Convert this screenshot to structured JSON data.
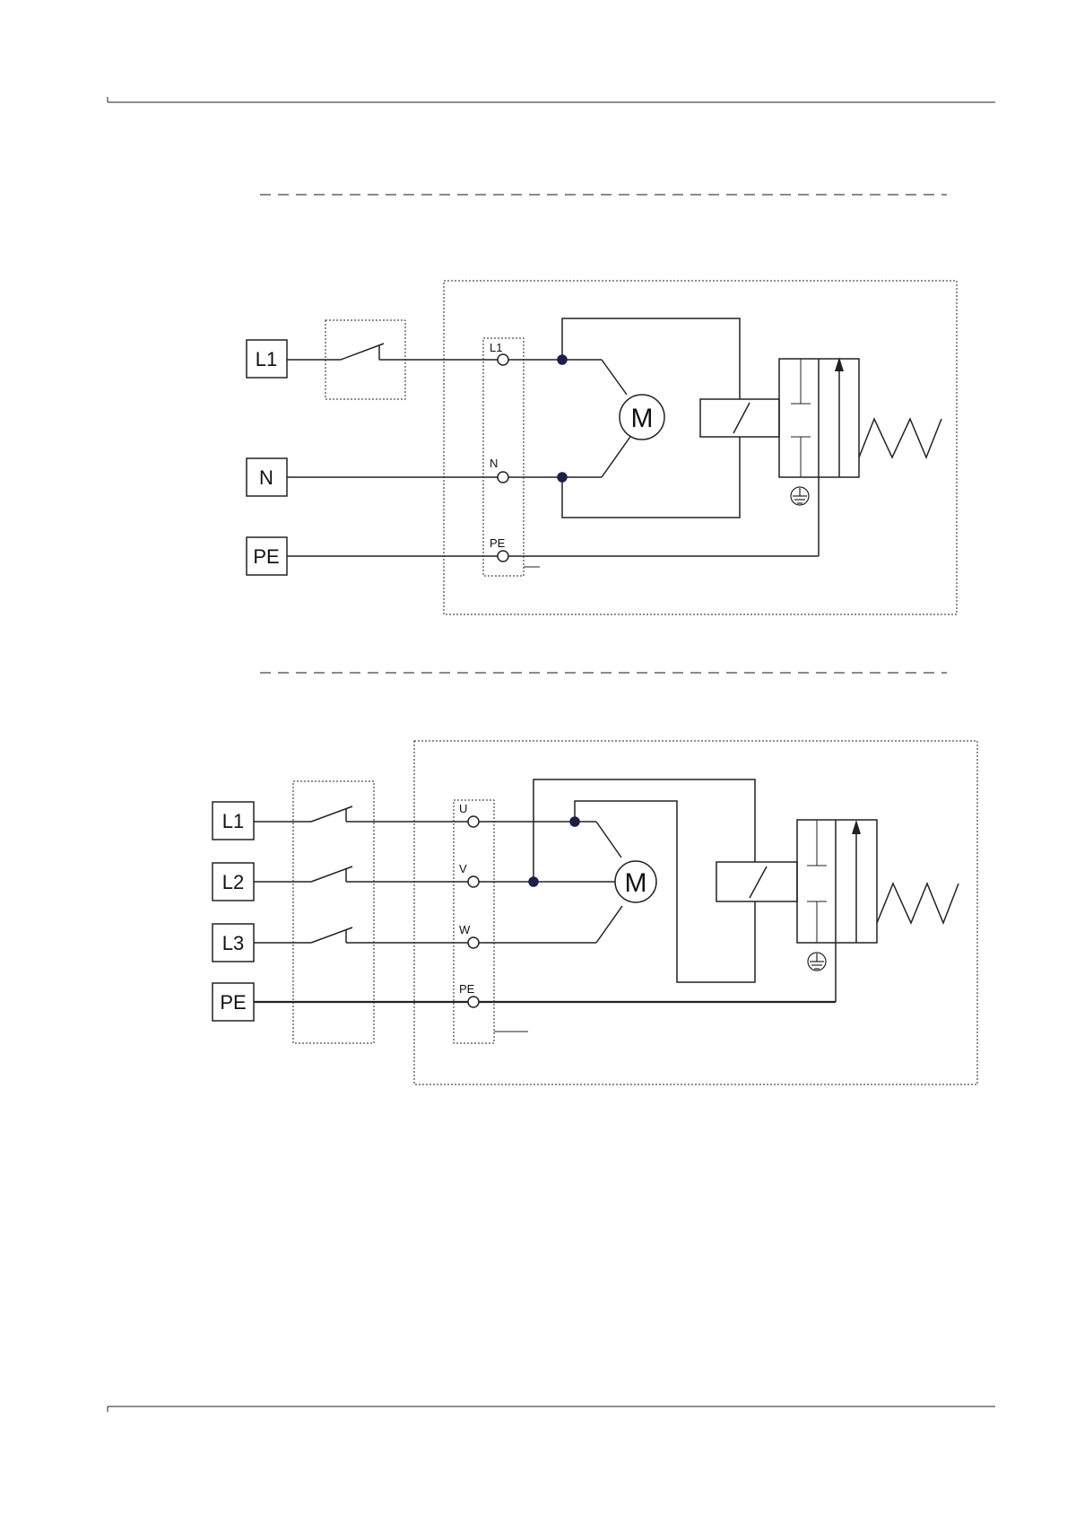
{
  "colors": {
    "line": "#222222",
    "junction": "#1c1f4a",
    "dashed": "#444444"
  },
  "single_phase": {
    "supply": [
      "L1",
      "N",
      "PE"
    ],
    "terminals": [
      "L1",
      "N",
      "PE"
    ],
    "motor_label": "M"
  },
  "three_phase": {
    "supply": [
      "L1",
      "L2",
      "L3",
      "PE"
    ],
    "terminals": [
      "U",
      "V",
      "W",
      "PE"
    ],
    "motor_label": "M"
  },
  "icons": [
    "switch-icon",
    "motor-icon",
    "brake-icon",
    "resistor-icon",
    "ground-icon"
  ]
}
